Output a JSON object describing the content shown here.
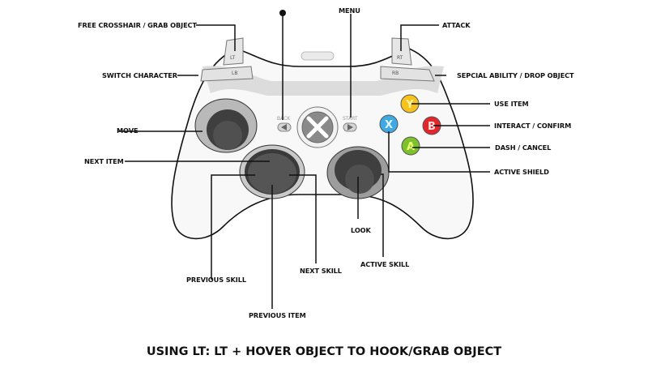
{
  "diagram": {
    "type": "controller-mapping",
    "controller": {
      "triggers": {
        "left": "LT",
        "right": "RT"
      },
      "bumpers": {
        "left": "LB",
        "right": "RB"
      },
      "center": {
        "back": "BACK",
        "start": "START"
      },
      "face_buttons": [
        {
          "key": "Y",
          "color": "#f7c21b"
        },
        {
          "key": "B",
          "color": "#e3262a"
        },
        {
          "key": "X",
          "color": "#3fa9e3"
        },
        {
          "key": "A",
          "color": "#7dc22b"
        }
      ],
      "colors": {
        "stick_dark": "#4a4a4a",
        "stick_ring": "#9a9a9a",
        "body": "#f7f7f7",
        "bumper": "#d8d8d8"
      }
    },
    "labels": {
      "lt": "FREE CROSSHAIR / GRAB OBJECT",
      "lb": "SWITCH CHARACTER",
      "left_stick": "MOVE",
      "dpad_up": "NEXT ITEM",
      "dpad_left": "PREVIOUS SKILL",
      "dpad_down": "PREVIOUS ITEM",
      "dpad_right": "NEXT SKILL",
      "start": "MENU",
      "rt": "ATTACK",
      "rb": "SEPCIAL ABILITY / DROP OBJECT",
      "y": "USE ITEM",
      "b": "INTERACT / CONFIRM",
      "a": "DASH / CANCEL",
      "x": "ACTIVE SHIELD",
      "right_stick": "LOOK",
      "right_stick_click": "ACTIVE SKILL"
    },
    "footer": "USING LT:  LT + HOVER OBJECT TO HOOK/GRAB OBJECT"
  }
}
